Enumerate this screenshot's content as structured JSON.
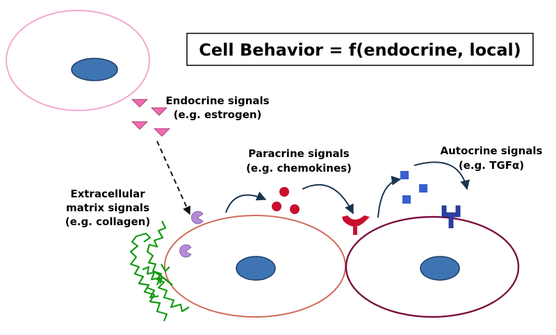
{
  "title": "Cell Behavior = f(endocrine, local)",
  "labels": {
    "endocrine": [
      "Endocrine signals",
      "(e.g. estrogen)"
    ],
    "paracrine": [
      "Paracrine signals",
      "(e.g. chemokines)"
    ],
    "autocrine": [
      "Autocrine signals",
      "(e.g. TGFα)"
    ],
    "ecm": [
      "Extracellular",
      "matrix signals",
      "(e.g. collagen)"
    ]
  },
  "colors": {
    "source_cell_membrane": "#f4a6d0",
    "middle_cell_membrane": "#d06a5c",
    "right_cell_membrane": "#7a1040",
    "nucleus_fill": "#3f74b2",
    "nucleus_stroke": "#1d3c66",
    "endocrine_hormone": "#f06ab0",
    "paracrine_signal": "#c8102e",
    "paracrine_receptor": "#c8102e",
    "autocrine_signal": "#3a5fd0",
    "autocrine_receptor": "#2a3fa8",
    "endocrine_receptor": "#b48ad6",
    "collagen": "#119911",
    "arrow": "#1b3550"
  }
}
